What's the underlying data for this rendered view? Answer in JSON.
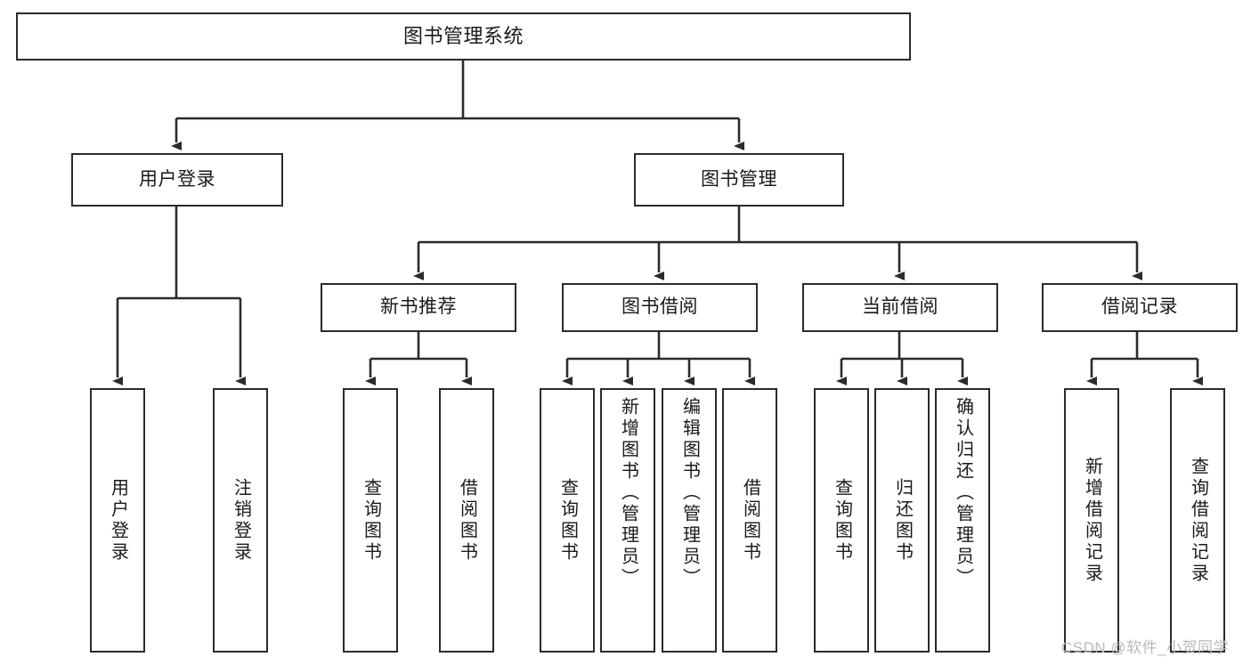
{
  "diagram": {
    "title": "图书管理系统",
    "type": "tree-hierarchy",
    "line_color": "#2b2b2b",
    "box_fill": "#ffffff",
    "text_color": "#1a1a1a",
    "watermark": "CSDN @软件_小贺同学",
    "levels": {
      "root": {
        "label": "图书管理系统"
      },
      "level2": [
        {
          "id": "user-login",
          "label": "用户登录"
        },
        {
          "id": "book-manage",
          "label": "图书管理"
        }
      ],
      "level3": [
        {
          "id": "new-book-recommend",
          "label": "新书推荐",
          "parent": "book-manage"
        },
        {
          "id": "book-borrow",
          "label": "图书借阅",
          "parent": "book-manage"
        },
        {
          "id": "current-borrow",
          "label": "当前借阅",
          "parent": "book-manage"
        },
        {
          "id": "borrow-record",
          "label": "借阅记录",
          "parent": "book-manage"
        }
      ],
      "leaves": {
        "user-login": [
          {
            "id": "leaf-user-login",
            "label": "用户登录"
          },
          {
            "id": "leaf-logout-login",
            "label": "注销登录"
          }
        ],
        "new-book-recommend": [
          {
            "id": "leaf-query-book-1",
            "label": "查询图书"
          },
          {
            "id": "leaf-borrow-book-1",
            "label": "借阅图书"
          }
        ],
        "book-borrow": [
          {
            "id": "leaf-query-book-2",
            "label": "查询图书"
          },
          {
            "id": "leaf-add-book",
            "label": "新增图书（管理员）"
          },
          {
            "id": "leaf-edit-book",
            "label": "编辑图书（管理员）"
          },
          {
            "id": "leaf-borrow-book-2",
            "label": "借阅图书"
          }
        ],
        "current-borrow": [
          {
            "id": "leaf-query-book-3",
            "label": "查询图书"
          },
          {
            "id": "leaf-return-book",
            "label": "归还图书"
          },
          {
            "id": "leaf-confirm-return",
            "label": "确认归还（管理员）"
          }
        ],
        "borrow-record": [
          {
            "id": "leaf-add-record",
            "label": "新增借阅记录"
          },
          {
            "id": "leaf-query-record",
            "label": "查询借阅记录"
          }
        ]
      }
    }
  }
}
